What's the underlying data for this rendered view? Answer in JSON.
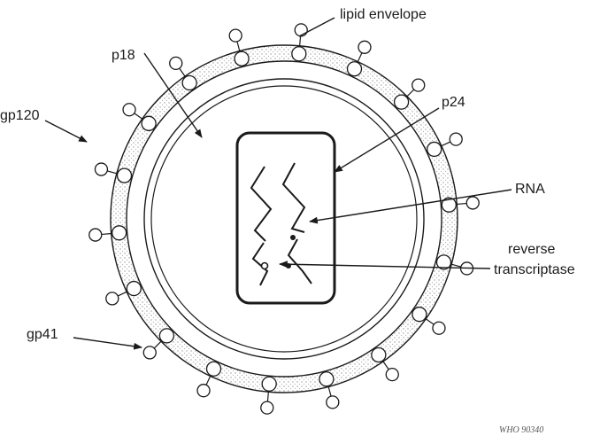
{
  "labels": {
    "lipid_envelope": "lipid envelope",
    "p18": "p18",
    "gp120": "gp120",
    "p24": "p24",
    "rna": "RNA",
    "reverse_transcriptase_line1": "reverse",
    "reverse_transcriptase_line2": "transcriptase",
    "gp41": "gp41",
    "credit": "WHO 90340"
  },
  "colors": {
    "ink": "#1a1a1a",
    "envelope_fill": "#e6e6e6",
    "background": "#ffffff"
  }
}
